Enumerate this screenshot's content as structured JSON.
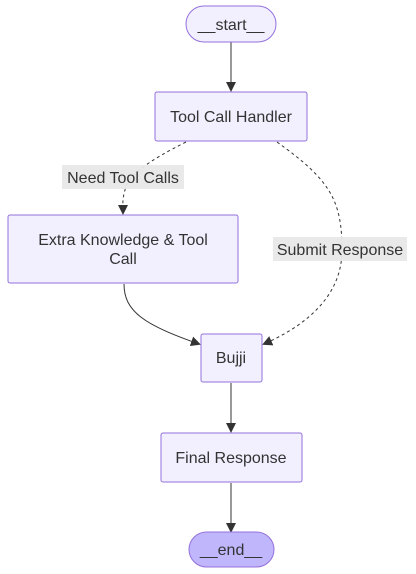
{
  "nodes": {
    "start": {
      "label": "__start__"
    },
    "tool_call_handler": {
      "label": "Tool Call Handler"
    },
    "extra_knowledge": {
      "label_line1": "Extra Knowledge & Tool",
      "label_line2": "Call"
    },
    "bujji": {
      "label": "Bujji"
    },
    "final_response": {
      "label": "Final Response"
    },
    "end": {
      "label": "__end__"
    }
  },
  "edges": {
    "need_tool_calls": {
      "label": "Need Tool Calls"
    },
    "submit_response": {
      "label": "Submit Response"
    }
  },
  "colors": {
    "node_fill": "#f2f0ff",
    "node_stroke": "#9370db",
    "end_fill": "#bfb6fc",
    "edge": "#333333",
    "label_bg": "#e8e8e8",
    "text": "#333333"
  }
}
